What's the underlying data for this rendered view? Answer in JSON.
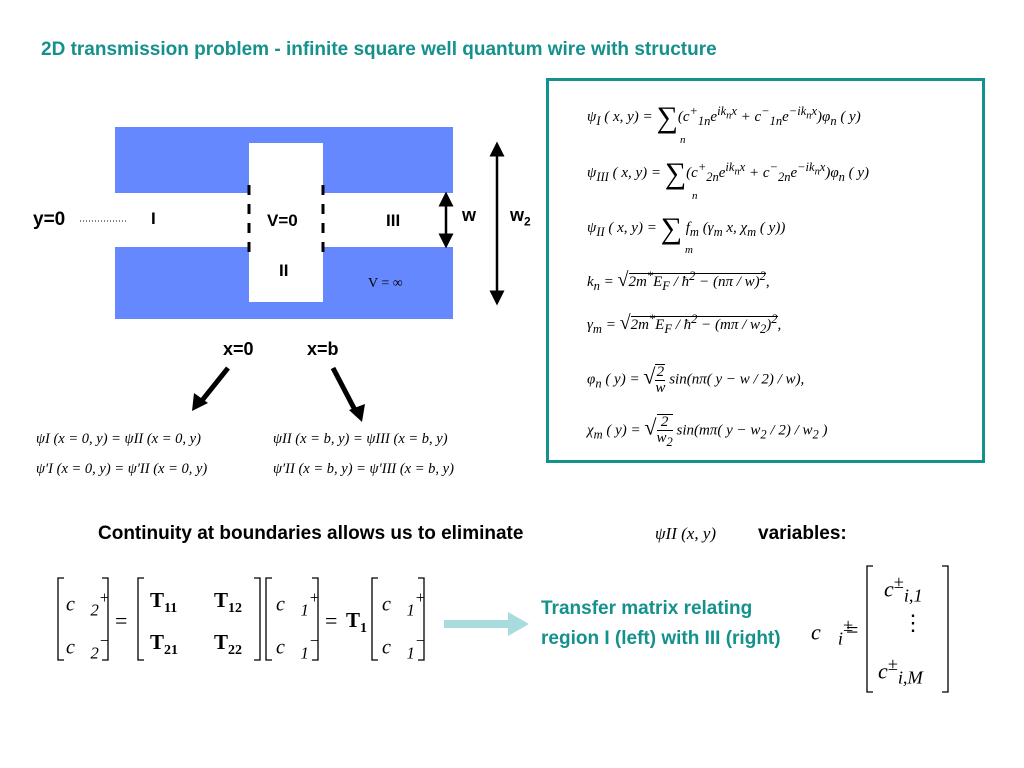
{
  "title": "2D transmission problem -  infinite square well quantum wire with structure",
  "diagram": {
    "y0_label": "y=0",
    "region_1": "I",
    "region_2": "II",
    "region_3": "III",
    "inner_potential": "V=0",
    "outer_potential": "V = ∞",
    "w_label": "w",
    "w2_label": "w",
    "w2_sub": "2",
    "x0_label": "x=0",
    "xb_label": "x=b",
    "colors": {
      "barrier": "#6688ff",
      "teal": "#14918c"
    }
  },
  "boundary_conditions": [
    "ψI (x = 0, y) = ψII (x = 0, y)",
    "ψII (x = b, y) = ψIII (x = b, y)",
    "ψ′I (x = 0, y) = ψ′II (x = 0, y)",
    "ψ′II (x = b, y) = ψ′III (x = b, y)"
  ],
  "continuity": {
    "text_before": "Continuity at boundaries allows us to eliminate",
    "text_after": "variables:",
    "psi_expr": "ψII (x, y)"
  },
  "transfer_note": "Transfer matrix relating region I (left) with III (right)",
  "matrix_labels": {
    "t11": "T11",
    "t12": "T12",
    "t21": "T21",
    "t22": "T22",
    "t1": "T1"
  }
}
